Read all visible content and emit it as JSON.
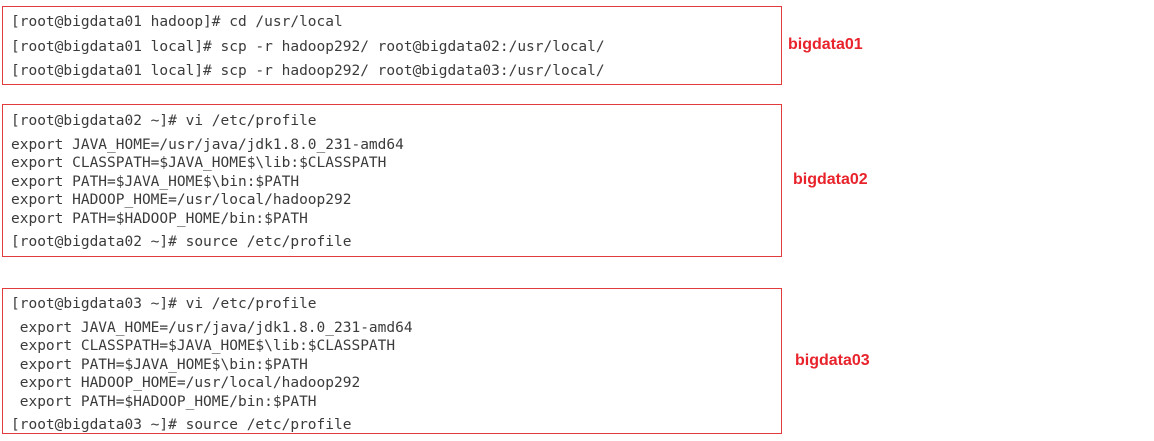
{
  "colors": {
    "background": "#ffffff",
    "box_border_red": "#e13b3b",
    "host_label_red": "#e8232b",
    "terminal_text": "#3b3b3b"
  },
  "sections": [
    {
      "label": "bigdata01",
      "lines": [
        {
          "kind": "cmd",
          "text": "[root@bigdata01 hadoop]# cd /usr/local"
        },
        {
          "kind": "cmd",
          "text": "[root@bigdata01 local]# scp -r hadoop292/ root@bigdata02:/usr/local/"
        },
        {
          "kind": "cmd",
          "text": "[root@bigdata01 local]# scp -r hadoop292/ root@bigdata03:/usr/local/"
        }
      ]
    },
    {
      "label": "bigdata02",
      "lines": [
        {
          "kind": "cmd",
          "text": "[root@bigdata02 ~]# vi /etc/profile"
        },
        {
          "kind": "exp",
          "text": "export JAVA_HOME=/usr/java/jdk1.8.0_231-amd64"
        },
        {
          "kind": "exp",
          "text": "export CLASSPATH=$JAVA_HOME$\\lib:$CLASSPATH"
        },
        {
          "kind": "exp",
          "text": "export PATH=$JAVA_HOME$\\bin:$PATH"
        },
        {
          "kind": "exp",
          "text": "export HADOOP_HOME=/usr/local/hadoop292"
        },
        {
          "kind": "exp",
          "text": "export PATH=$HADOOP_HOME/bin:$PATH"
        },
        {
          "kind": "cmd",
          "text": "[root@bigdata02 ~]# source /etc/profile"
        }
      ]
    },
    {
      "label": "bigdata03",
      "lines": [
        {
          "kind": "cmd",
          "text": "[root@bigdata03 ~]# vi /etc/profile"
        },
        {
          "kind": "exp",
          "text": " export JAVA_HOME=/usr/java/jdk1.8.0_231-amd64"
        },
        {
          "kind": "exp",
          "text": " export CLASSPATH=$JAVA_HOME$\\lib:$CLASSPATH"
        },
        {
          "kind": "exp",
          "text": " export PATH=$JAVA_HOME$\\bin:$PATH"
        },
        {
          "kind": "exp",
          "text": " export HADOOP_HOME=/usr/local/hadoop292"
        },
        {
          "kind": "exp",
          "text": " export PATH=$HADOOP_HOME/bin:$PATH"
        },
        {
          "kind": "cmd",
          "text": "[root@bigdata03 ~]# source /etc/profile"
        }
      ]
    }
  ]
}
